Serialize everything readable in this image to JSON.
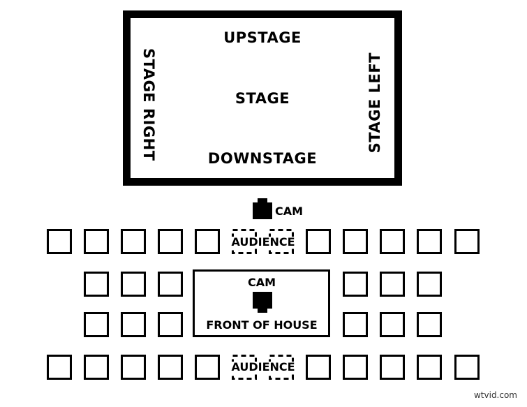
{
  "stage": {
    "upstage": "UPSTAGE",
    "center": "STAGE",
    "downstage": "DOWNSTAGE",
    "stage_right": "STAGE RIGHT",
    "stage_left": "STAGE LEFT"
  },
  "camera_top": {
    "label": "CAM"
  },
  "front_of_house": {
    "cam_label": "CAM",
    "label": "FRONT OF HOUSE"
  },
  "audience_rows": [
    {
      "label": "AUDIENCE"
    },
    {
      "label": "AUDIENCE"
    }
  ],
  "watermark": "wtvid.com"
}
